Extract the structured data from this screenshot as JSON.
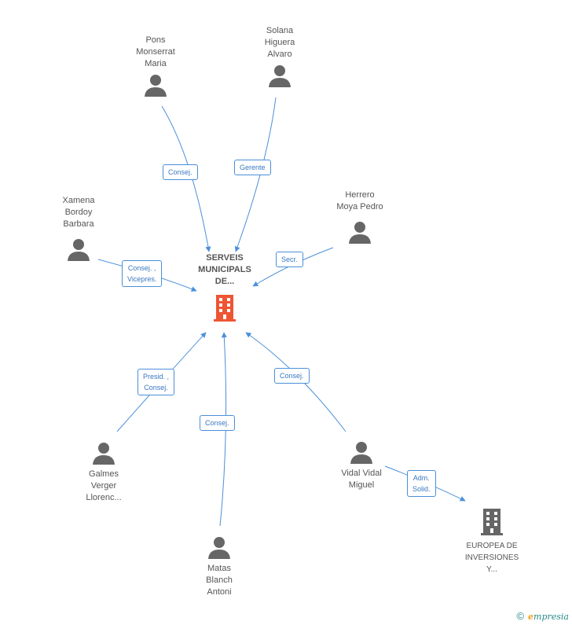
{
  "center": {
    "name_lines": [
      "SERVEIS",
      "MUNICIPALS",
      "DE..."
    ],
    "icon": "building-icon",
    "color": "#ee5533"
  },
  "persons": [
    {
      "id": "pons",
      "name_lines": [
        "Pons",
        "Monserrat",
        "Maria"
      ],
      "icon": "person-icon"
    },
    {
      "id": "solana",
      "name_lines": [
        "Solana",
        "Higuera",
        "Alvaro"
      ],
      "icon": "person-icon"
    },
    {
      "id": "xamena",
      "name_lines": [
        "Xamena",
        "Bordoy",
        "Barbara"
      ],
      "icon": "person-icon"
    },
    {
      "id": "herrero",
      "name_lines": [
        "Herrero",
        "Moya Pedro"
      ],
      "icon": "person-icon"
    },
    {
      "id": "galmes",
      "name_lines": [
        "Galmes",
        "Verger",
        "Llorenc..."
      ],
      "icon": "person-icon"
    },
    {
      "id": "vidal",
      "name_lines": [
        "Vidal Vidal",
        "Miguel"
      ],
      "icon": "person-icon"
    },
    {
      "id": "matas",
      "name_lines": [
        "Matas",
        "Blanch",
        "Antoni"
      ],
      "icon": "person-icon"
    }
  ],
  "company2": {
    "name_lines": [
      "EUROPEA DE",
      "INVERSIONES",
      "Y..."
    ],
    "icon": "building-icon",
    "color": "#666666"
  },
  "edges": [
    {
      "id": "pons",
      "label_lines": [
        "Consej."
      ]
    },
    {
      "id": "solana",
      "label_lines": [
        "Gerente"
      ]
    },
    {
      "id": "xamena",
      "label_lines": [
        "Consej. ,",
        "Vicepres."
      ]
    },
    {
      "id": "herrero",
      "label_lines": [
        "Secr."
      ]
    },
    {
      "id": "galmes",
      "label_lines": [
        "Presid. ,",
        "Consej."
      ]
    },
    {
      "id": "matas",
      "label_lines": [
        "Consej."
      ]
    },
    {
      "id": "vidal",
      "label_lines": [
        "Consej."
      ]
    },
    {
      "id": "vidal-europea",
      "label_lines": [
        "Adm.",
        "Solid."
      ]
    }
  ],
  "footer": {
    "copyright": "©",
    "brand_first": "e",
    "brand_rest": "mpresia"
  },
  "colors": {
    "edge": "#4a90d9",
    "text": "#555555",
    "person": "#666666"
  }
}
